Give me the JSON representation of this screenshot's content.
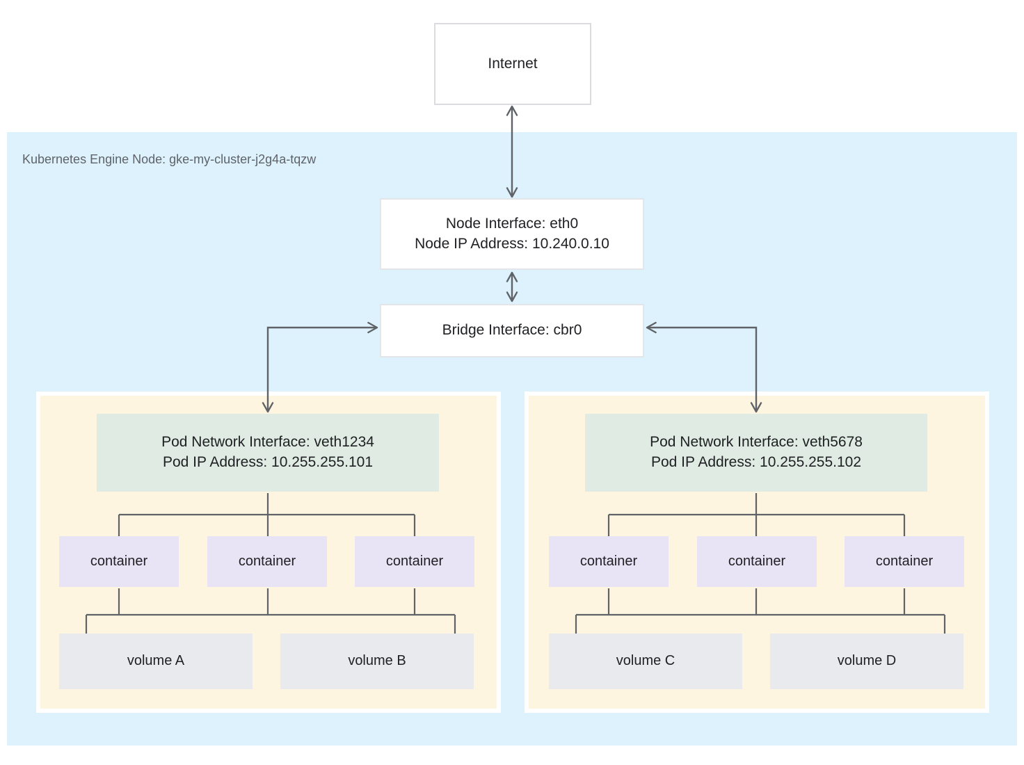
{
  "diagram": {
    "title": "Kubernetes Engine Node networking diagram",
    "colors": {
      "node_region_bg": "#ddf2fd",
      "pod_region_bg": "#fdf5e0",
      "pod_net_bg": "#dfebe3",
      "container_bg": "#e8e3f5",
      "volume_bg": "#e8eaed",
      "box_bg": "#ffffff",
      "connector": "#5f6368",
      "text": "#202124",
      "muted_text": "#5f6368"
    }
  },
  "internet": {
    "label": "Internet"
  },
  "node": {
    "label": "Kubernetes Engine Node: gke-my-cluster-j2g4a-tqzw",
    "interface": {
      "line1": "Node Interface: eth0",
      "line2": "Node IP Address: 10.240.0.10"
    },
    "bridge": {
      "label": "Bridge Interface: cbr0"
    }
  },
  "pods": [
    {
      "network_interface": "Pod Network Interface: veth1234",
      "ip_address": "Pod IP Address: 10.255.255.101",
      "containers": [
        "container",
        "container",
        "container"
      ],
      "volumes": [
        "volume A",
        "volume B"
      ]
    },
    {
      "network_interface": "Pod Network Interface: veth5678",
      "ip_address": "Pod IP Address: 10.255.255.102",
      "containers": [
        "container",
        "container",
        "container"
      ],
      "volumes": [
        "volume C",
        "volume D"
      ]
    }
  ]
}
